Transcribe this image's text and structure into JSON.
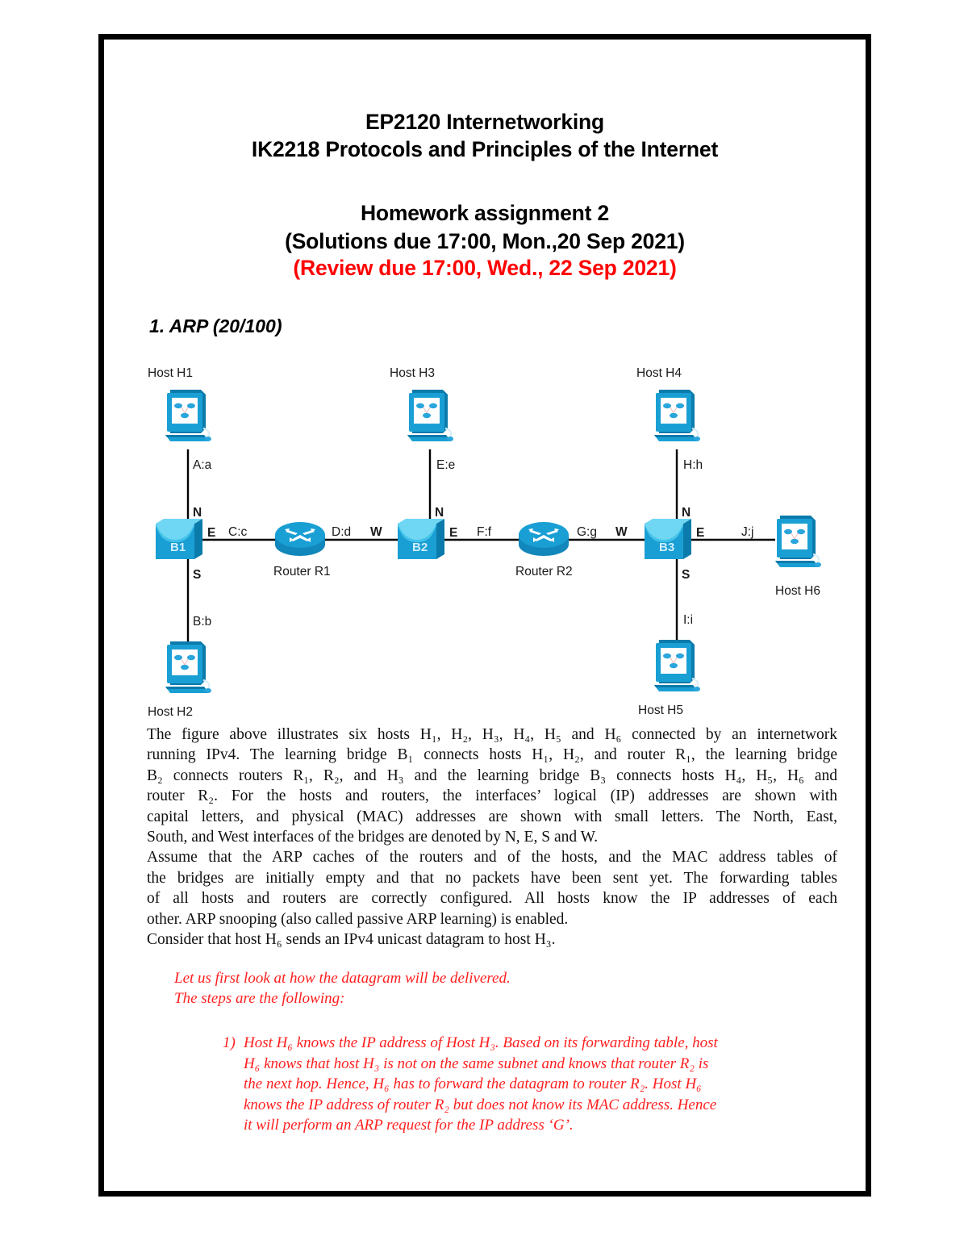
{
  "document": {
    "title_line1": "EP2120 Internetworking",
    "title_line2": "IK2218 Protocols and Principles of the Internet",
    "title_line3": "Homework assignment 2",
    "title_line4": "(Solutions due 17:00, Mon.,20 Sep 2021)",
    "title_line5": "(Review due 17:00, Wed., 22 Sep 2021)",
    "review_color": "#ff0000",
    "section_heading": "1. ARP (20/100)"
  },
  "diagram": {
    "hosts": [
      {
        "id": "h1",
        "label": "Host H1",
        "iface": "A:a"
      },
      {
        "id": "h2",
        "label": "Host H2",
        "iface": "B:b"
      },
      {
        "id": "h3",
        "label": "Host H3",
        "iface": "E:e"
      },
      {
        "id": "h4",
        "label": "Host H4",
        "iface": "H:h"
      },
      {
        "id": "h5",
        "label": "Host H5",
        "iface": "I:i"
      },
      {
        "id": "h6",
        "label": "Host H6",
        "iface": "J:j"
      }
    ],
    "bridges": [
      {
        "id": "b1",
        "name": "B1",
        "ports": [
          "N",
          "E",
          "S"
        ]
      },
      {
        "id": "b2",
        "name": "B2",
        "ports": [
          "W",
          "N",
          "E"
        ]
      },
      {
        "id": "b3",
        "name": "B3",
        "ports": [
          "W",
          "N",
          "E",
          "S"
        ]
      }
    ],
    "routers": [
      {
        "id": "r1",
        "label": "Router R1",
        "left_iface": "C:c",
        "right_iface": "D:d"
      },
      {
        "id": "r2",
        "label": "Router R2",
        "left_iface": "F:f",
        "right_iface": "G:g"
      }
    ],
    "port_labels": {
      "b1_n": "N",
      "b1_e": "E",
      "b1_s": "S",
      "b2_w": "W",
      "b2_n": "N",
      "b2_e": "E",
      "b3_w": "W",
      "b3_n": "N",
      "b3_e": "E",
      "b3_s": "S"
    },
    "colors": {
      "icon_blue": "#1a9fd4",
      "icon_blue_dark": "#0b7bab",
      "icon_cyan": "#5fd0f0",
      "wire": "#000000"
    }
  },
  "body": {
    "paragraph_lines": [
      "The figure above illustrates six hosts H₁, H₂, H₃, H₄, H₅ and H₆ connected by an internetwork",
      "running IPv4. The learning bridge B₁ connects hosts H₁, H₂, and router R₁, the learning bridge",
      "B₂ connects routers R₁, R₂, and H₃ and the learning bridge B₃ connects hosts H₄, H₅, H₆ and",
      "router R₂. For the hosts and routers, the interfaces’ logical (IP) addresses are shown with",
      "capital letters, and physical (MAC) addresses are shown with small letters. The North, East,",
      "South, and West interfaces of the bridges are denoted by N, E, S and W.",
      "Assume that the ARP caches of the routers and of the hosts, and the MAC address tables of",
      "the bridges are initially empty and that no packets have been sent yet. The forwarding tables",
      "of all hosts and routers are correctly configured. All hosts know the IP addresses of each",
      "other. ARP snooping (also called passive ARP learning) is enabled.",
      "Consider that host H₆ sends an IPv4 unicast datagram to host H₃."
    ]
  },
  "answer": {
    "intro_line1": "Let us first look at how the datagram will be delivered.",
    "intro_line2": "The steps are the following:",
    "step1_number": "1)",
    "step1_text": "Host H₆ knows the IP address of Host H₃. Based on its forwarding table, host H₆ knows that host H₃ is not on the same subnet and knows that router R₂ is the next hop. Hence, H₆ has to forward the datagram to router R₂. Host H₆ knows the IP address of router R₂ but does not know its MAC address. Hence it will perform an ARP request for the IP address ‘G’."
  }
}
